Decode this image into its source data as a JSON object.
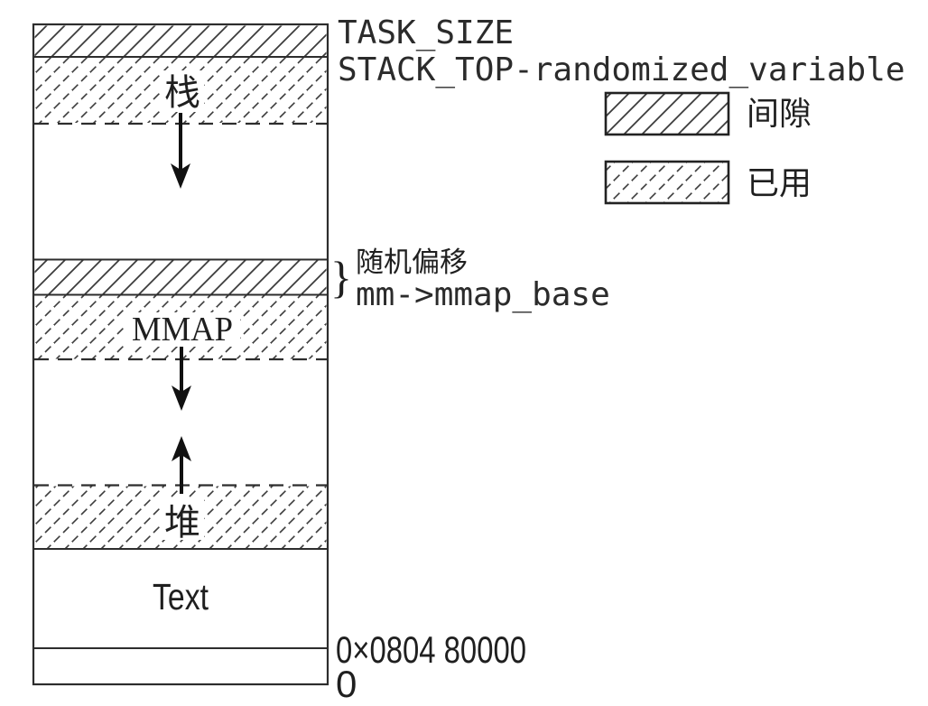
{
  "colors": {
    "ink": "#2b2b2b",
    "line": "#2d2d2d",
    "hatch": "#3c3c3c",
    "background": "#ffffff"
  },
  "memory_map": {
    "stack_label": "栈",
    "mmap_label": "MMAP",
    "heap_label": "堆",
    "text_label": "Text"
  },
  "annotations": {
    "task_size": "TASK_SIZE",
    "stack_top": "STACK_TOP-randomized_variable",
    "brace": "}",
    "random_offset": "随机偏移",
    "mmap_base": "mm->mmap_base",
    "text_base_address": "0×0804 80000",
    "bottom_address": "0"
  },
  "legend": {
    "gap_label": "间隙",
    "used_label": "已用"
  }
}
